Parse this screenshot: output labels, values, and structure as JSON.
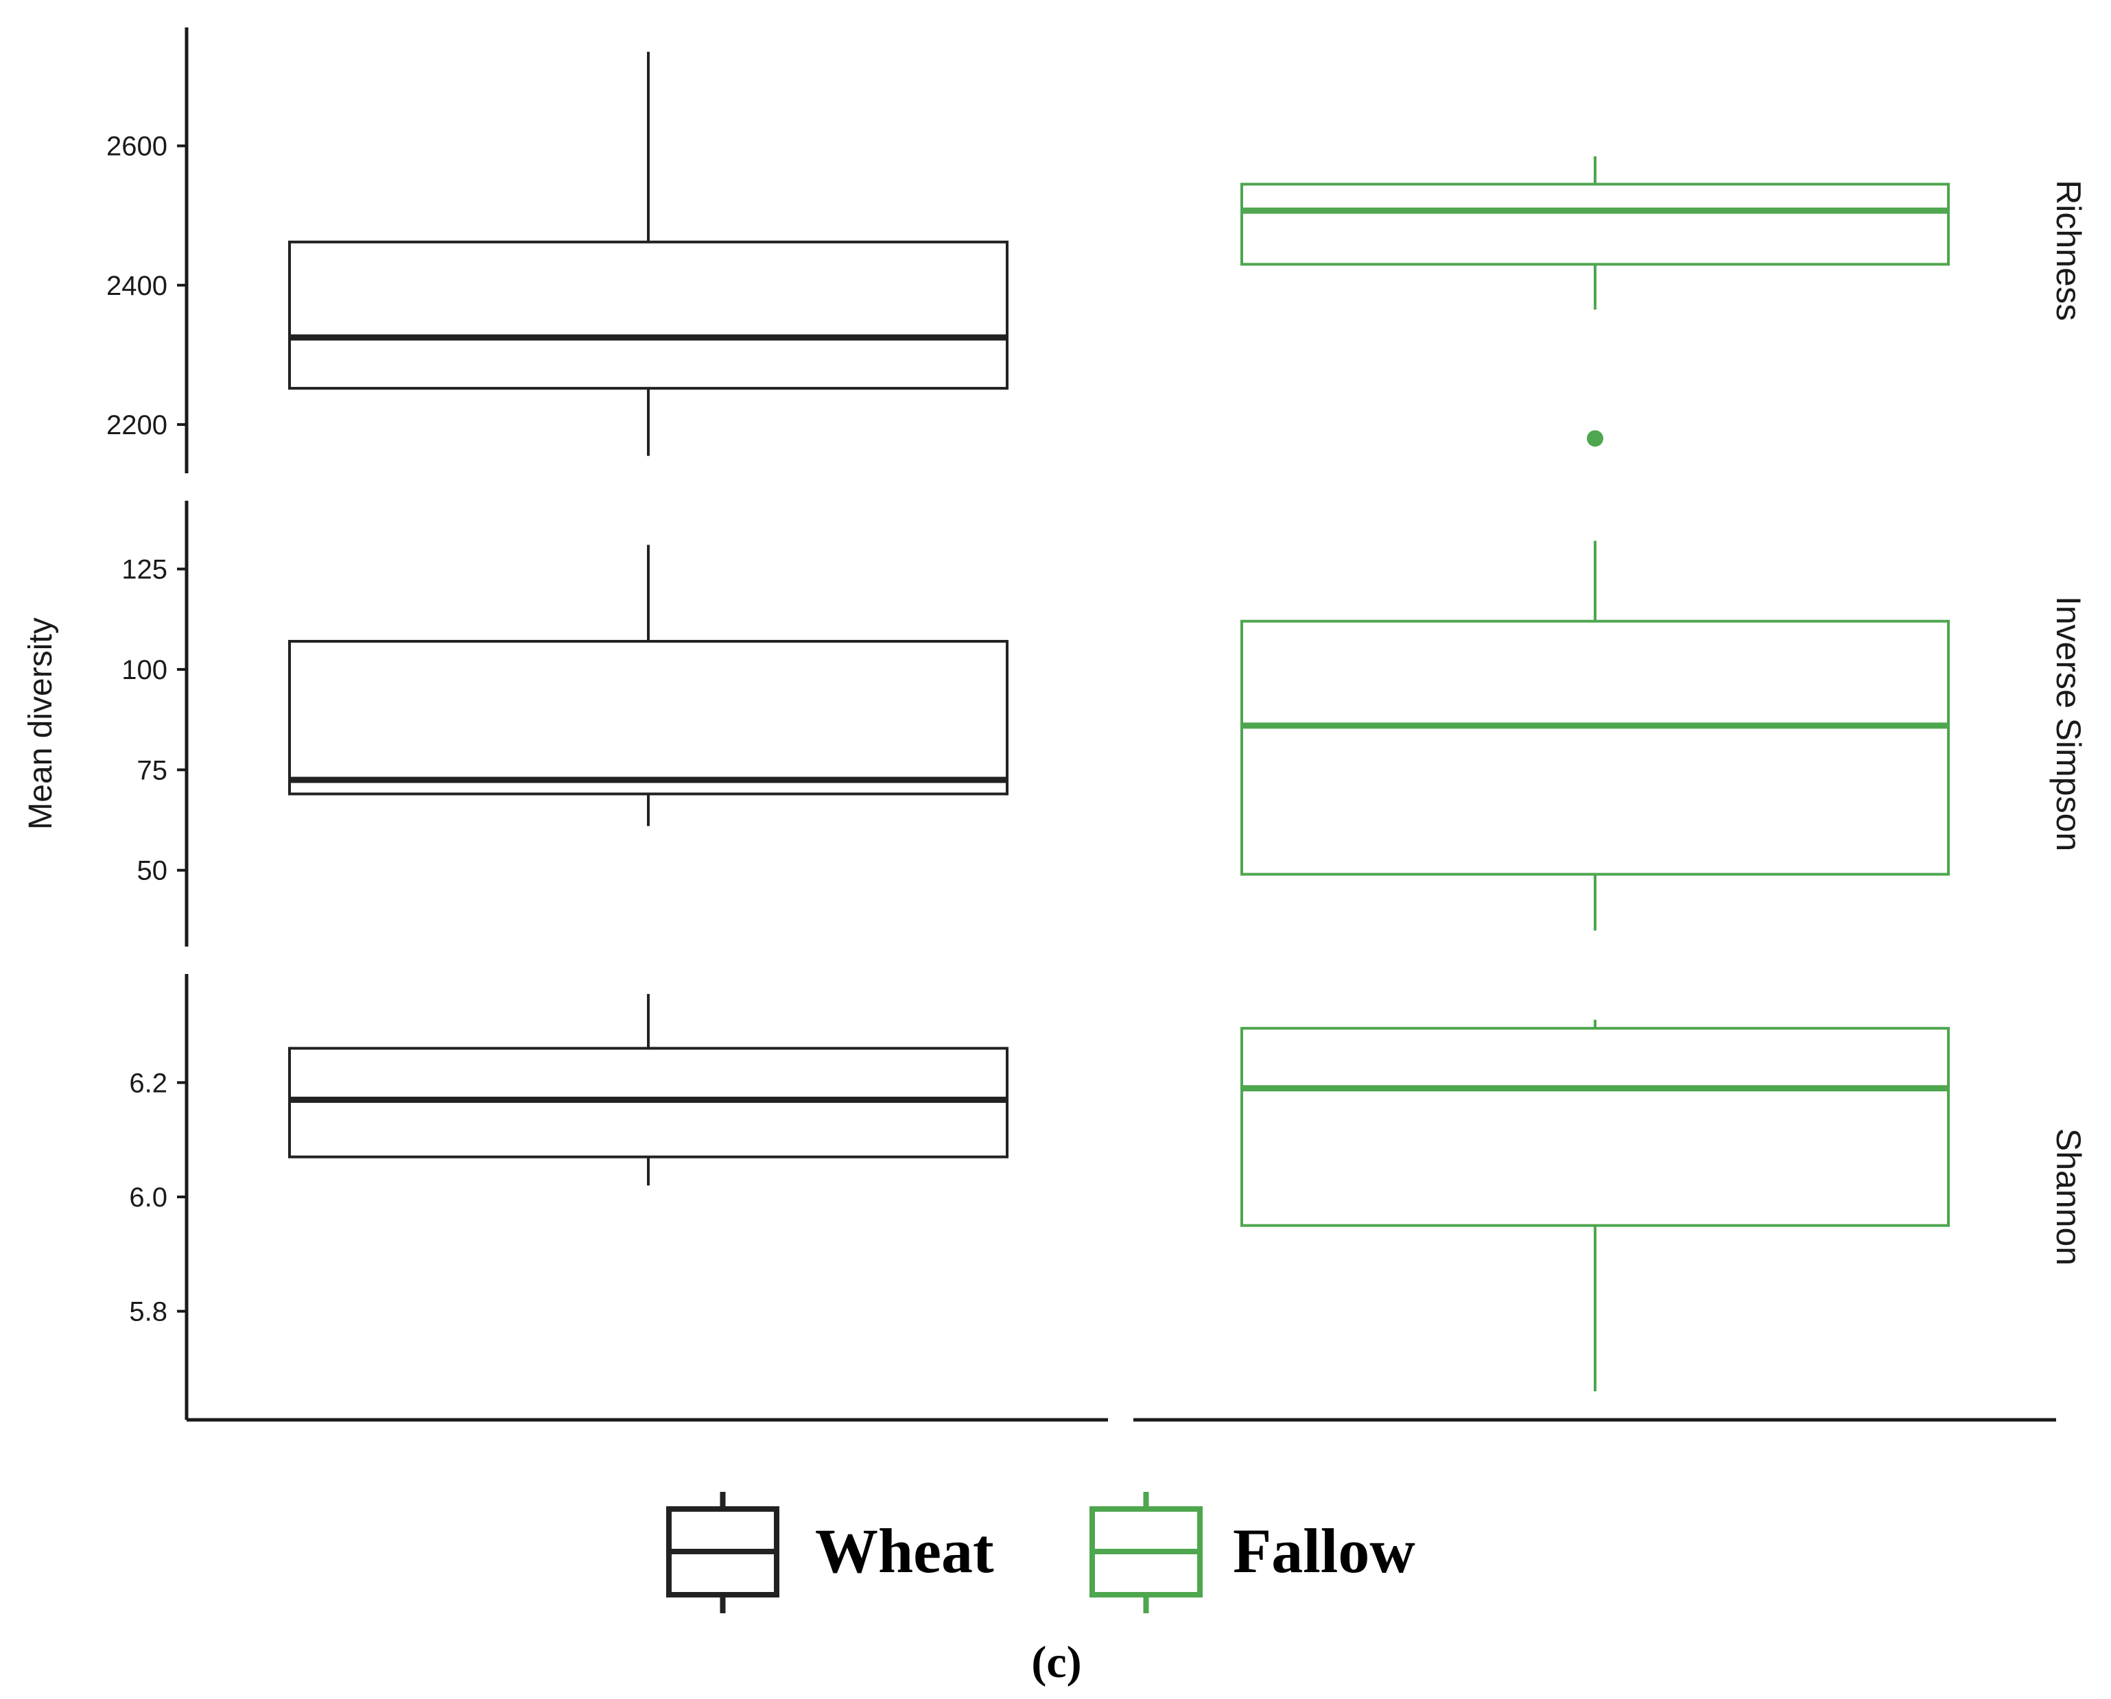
{
  "chart_data": {
    "type": "boxplot",
    "ylabel": "Mean diversity",
    "groups": [
      "Wheat",
      "Fallow"
    ],
    "colors": {
      "Wheat": "#222222",
      "Fallow": "#4ea64e"
    },
    "legend": {
      "position": "bottom",
      "entries": [
        "Wheat",
        "Fallow"
      ]
    },
    "grid": false,
    "caption": "(c)",
    "panels": [
      {
        "name": "Richness",
        "ylim": [
          2130,
          2770
        ],
        "ticks": [
          {
            "value": 2200,
            "label": "2200"
          },
          {
            "value": 2400,
            "label": "2400"
          },
          {
            "value": 2600,
            "label": "2600"
          }
        ],
        "boxes": [
          {
            "group": "Wheat",
            "whisker_low": 2155,
            "q1": 2252,
            "median": 2325,
            "q3": 2462,
            "whisker_high": 2735,
            "outliers": []
          },
          {
            "group": "Fallow",
            "whisker_low": 2365,
            "q1": 2430,
            "median": 2507,
            "q3": 2545,
            "whisker_high": 2585,
            "outliers": [
              2180
            ]
          }
        ]
      },
      {
        "name": "Inverse Simpson",
        "ylim": [
          31,
          142
        ],
        "ticks": [
          {
            "value": 50,
            "label": "50"
          },
          {
            "value": 75,
            "label": "75"
          },
          {
            "value": 100,
            "label": "100"
          },
          {
            "value": 125,
            "label": "125"
          }
        ],
        "boxes": [
          {
            "group": "Wheat",
            "whisker_low": 61,
            "q1": 69,
            "median": 72.5,
            "q3": 107,
            "whisker_high": 131,
            "outliers": []
          },
          {
            "group": "Fallow",
            "whisker_low": 35,
            "q1": 49,
            "median": 86,
            "q3": 112,
            "whisker_high": 132,
            "outliers": []
          }
        ]
      },
      {
        "name": "Shannon",
        "ylim": [
          5.61,
          6.39
        ],
        "ticks": [
          {
            "value": 5.8,
            "label": "5.8"
          },
          {
            "value": 6.0,
            "label": "6.0"
          },
          {
            "value": 6.2,
            "label": "6.2"
          }
        ],
        "boxes": [
          {
            "group": "Wheat",
            "whisker_low": 6.02,
            "q1": 6.07,
            "median": 6.17,
            "q3": 6.26,
            "whisker_high": 6.355,
            "outliers": []
          },
          {
            "group": "Fallow",
            "whisker_low": 5.66,
            "q1": 5.95,
            "median": 6.19,
            "q3": 6.295,
            "whisker_high": 6.31,
            "outliers": []
          }
        ]
      }
    ]
  }
}
